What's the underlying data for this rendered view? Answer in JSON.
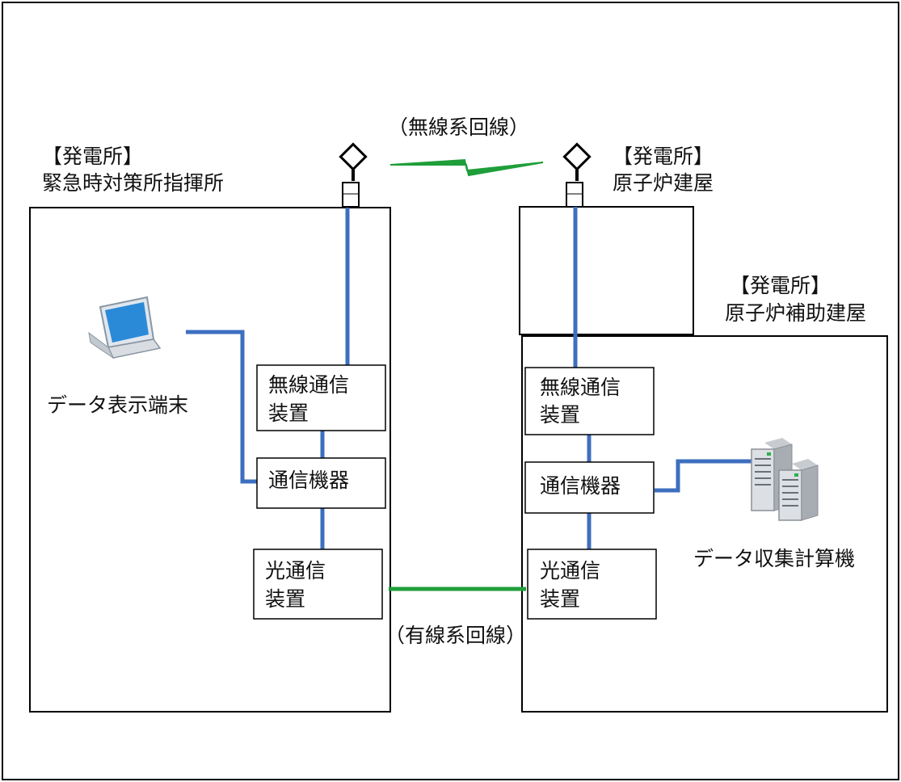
{
  "colors": {
    "lan_line": "#3d6fbf",
    "link_line": "#1f9e3a",
    "border": "#000000"
  },
  "left_site": {
    "tag": "【発電所】",
    "name": "緊急時対策所指揮所",
    "wireless_device": [
      "無線通信",
      "装置"
    ],
    "comm_equipment": "通信機器",
    "optical_device": [
      "光通信",
      "装置"
    ],
    "terminal_label": "データ表示端末",
    "terminal_icon": "laptop-icon"
  },
  "right_site": {
    "tower_tag": "【発電所】",
    "tower_name": "原子炉建屋",
    "aux_tag": "【発電所】",
    "aux_name": "原子炉補助建屋",
    "wireless_device": [
      "無線通信",
      "装置"
    ],
    "comm_equipment": "通信機器",
    "optical_device": [
      "光通信",
      "装置"
    ],
    "server_label": "データ収集計算機",
    "server_icon": "server-icon"
  },
  "links": {
    "wireless": "（無線系回線）",
    "wired": "（有線系回線）"
  }
}
